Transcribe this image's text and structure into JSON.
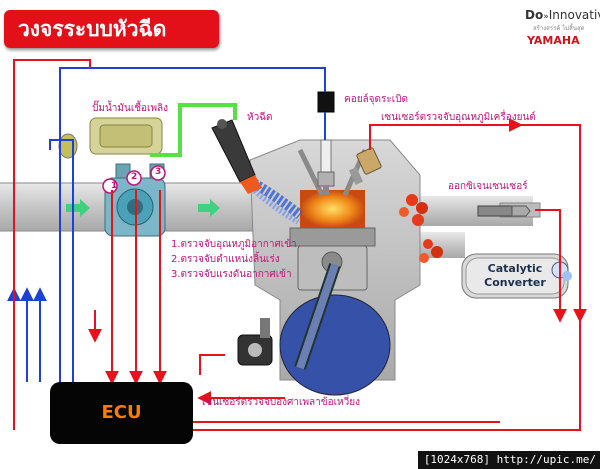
{
  "title": "วงจรระบบหัวฉีด",
  "brand": {
    "do": "Do",
    "innovative": "Innovative",
    "tagline": "สร้างสรรค์ ไม่สิ้นสุด",
    "logo": "YAMAHA"
  },
  "labels": {
    "fuel_pump": "ปั๊มน้ำมันเชื้อเพลิง",
    "injector": "หัวฉีด",
    "ignition_coil": "คอยล์จุดระเบิด",
    "engine_temp_sensor": "เซนเซอร์ตรวจจับอุณหภูมิเครื่องยนต์",
    "oxygen_sensor": "ออกซิเจนเซนเซอร์",
    "catalytic_line1": "Catalytic",
    "catalytic_line2": "Converter",
    "crank_sensor": "เซนเซอร์ตรวจจับองศาเพลาข้อเหวี่ยง",
    "ecu": "ECU"
  },
  "sensors": [
    {
      "num": "1",
      "text": "1.ตรวจจับอุณหภูมิอากาศเข้า"
    },
    {
      "num": "2",
      "text": "2.ตรวจจับตำแหน่งลิ้นเร่ง"
    },
    {
      "num": "3",
      "text": "3.ตรวจจับแรงดันอากาศเข้า"
    }
  ],
  "footer": "[1024x768] http://upic.me/",
  "colors": {
    "title_bg": "#e3101a",
    "signal_line": "#e8121a",
    "control_line": "#1f3fd6",
    "fuel_line": "#55e046",
    "ecu_text": "#ff7b00",
    "label": "#c0147a"
  }
}
